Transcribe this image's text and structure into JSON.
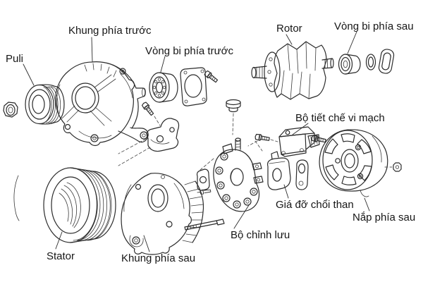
{
  "diagram": {
    "labels": {
      "puli": "Puli",
      "front_frame": "Khung phía trước",
      "front_bearing": "Vòng bi phía trước",
      "rotor": "Rotor",
      "rear_bearing": "Vòng bi phía sau",
      "regulator": "Bộ tiết chế vi mạch",
      "brush_holder": "Giá đỡ chổi than",
      "rear_cover": "Nắp phía sau",
      "rectifier": "Bộ chỉnh lưu",
      "rear_frame": "Khung phía sau",
      "stator": "Stator"
    },
    "colors": {
      "line": "#2b2b2b",
      "background": "#ffffff",
      "text": "#161616"
    }
  }
}
